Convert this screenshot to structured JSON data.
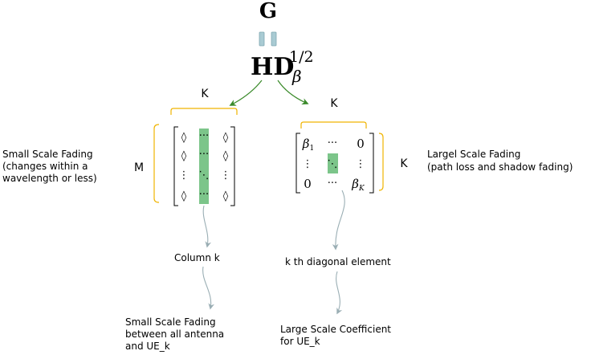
{
  "equation": {
    "top_symbol": "G",
    "equals_sign": "=",
    "main_symbol": "HD",
    "superscript": "1/2",
    "subscript": "β"
  },
  "left_matrix": {
    "width_label": "K",
    "height_label": "M",
    "cell_symbol": "◊",
    "dots_h": "···",
    "dots_v": "⋮",
    "dots_d": "⋱",
    "description_lines": [
      "Small  Scale Fading",
      "(changes within a",
      "wavelength or less)"
    ],
    "pointer_label": "Column  k",
    "result_lines": [
      "Small Scale Fading",
      "between all antenna",
      "and UE_k"
    ]
  },
  "right_matrix": {
    "width_label": "K",
    "height_label": "K",
    "beta_1": "β",
    "beta_1_sub": "1",
    "beta_K": "β",
    "beta_K_sub": "K",
    "zero": "0",
    "dots_h": "···",
    "dots_v": "⋮",
    "dots_d": "⋱",
    "description_lines": [
      "Largel Scale Fading",
      "(path loss and shadow fading)"
    ],
    "pointer_label": "k th diagonal element",
    "result_lines": [
      "Large Scale Coefficient",
      "for UE_k"
    ]
  },
  "colors": {
    "brace": "#f0b400",
    "highlight": "#7cc58a",
    "green_arrow": "#3a8a2a",
    "gray_arrow": "#9aaeb4",
    "equals_fill": "#a9cbd3"
  }
}
